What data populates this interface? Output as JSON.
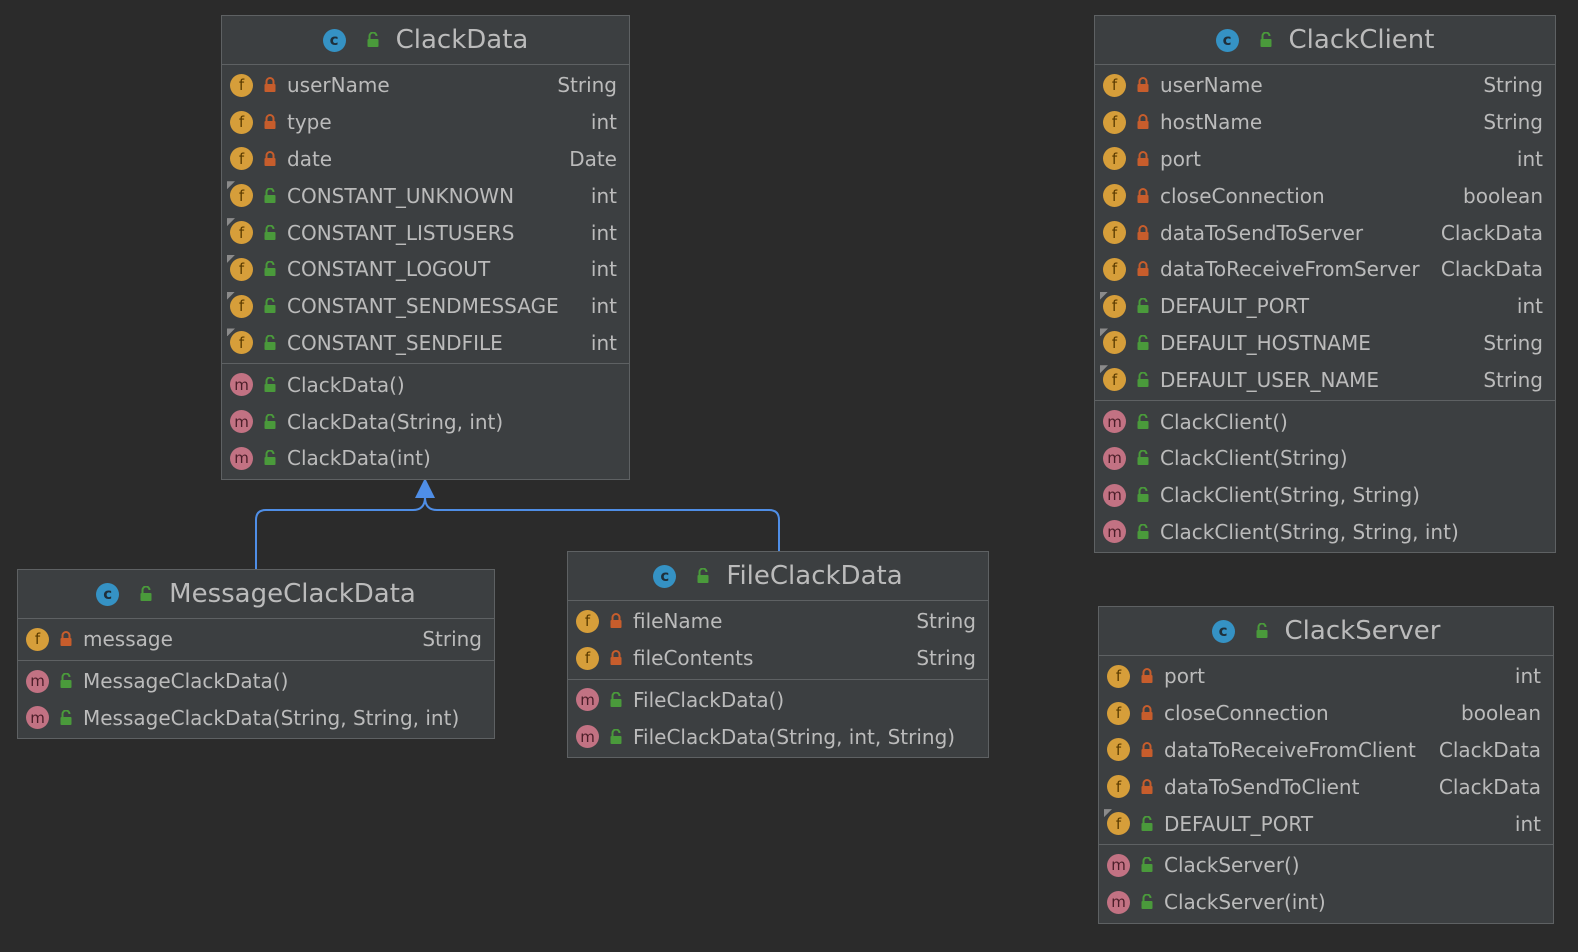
{
  "colors": {
    "background": "#2b2b2b",
    "box": "#3c3f41",
    "border": "#5e6163",
    "class_icon": "#3592c4",
    "field_icon": "#d69e3a",
    "method_icon": "#c27283",
    "private_lock": "#c75d2c",
    "public_lock": "#4a9a3b",
    "inheritance_arrow": "#4f8ee6"
  },
  "classes": {
    "clackdata": {
      "name": "ClackData",
      "fields": [
        {
          "name": "userName",
          "type": "String",
          "access": "private",
          "static": false
        },
        {
          "name": "type",
          "type": "int",
          "access": "private",
          "static": false
        },
        {
          "name": "date",
          "type": "Date",
          "access": "private",
          "static": false
        },
        {
          "name": "CONSTANT_UNKNOWN",
          "type": "int",
          "access": "public",
          "static": true
        },
        {
          "name": "CONSTANT_LISTUSERS",
          "type": "int",
          "access": "public",
          "static": true
        },
        {
          "name": "CONSTANT_LOGOUT",
          "type": "int",
          "access": "public",
          "static": true
        },
        {
          "name": "CONSTANT_SENDMESSAGE",
          "type": "int",
          "access": "public",
          "static": true
        },
        {
          "name": "CONSTANT_SENDFILE",
          "type": "int",
          "access": "public",
          "static": true
        }
      ],
      "methods": [
        {
          "name": "ClackData()"
        },
        {
          "name": "ClackData(String, int)"
        },
        {
          "name": "ClackData(int)"
        }
      ]
    },
    "clackclient": {
      "name": "ClackClient",
      "fields": [
        {
          "name": "userName",
          "type": "String",
          "access": "private",
          "static": false
        },
        {
          "name": "hostName",
          "type": "String",
          "access": "private",
          "static": false
        },
        {
          "name": "port",
          "type": "int",
          "access": "private",
          "static": false
        },
        {
          "name": "closeConnection",
          "type": "boolean",
          "access": "private",
          "static": false
        },
        {
          "name": "dataToSendToServer",
          "type": "ClackData",
          "access": "private",
          "static": false
        },
        {
          "name": "dataToReceiveFromServer",
          "type": "ClackData",
          "access": "private",
          "static": false
        },
        {
          "name": "DEFAULT_PORT",
          "type": "int",
          "access": "public",
          "static": true
        },
        {
          "name": "DEFAULT_HOSTNAME",
          "type": "String",
          "access": "public",
          "static": true
        },
        {
          "name": "DEFAULT_USER_NAME",
          "type": "String",
          "access": "public",
          "static": true
        }
      ],
      "methods": [
        {
          "name": "ClackClient()"
        },
        {
          "name": "ClackClient(String)"
        },
        {
          "name": "ClackClient(String, String)"
        },
        {
          "name": "ClackClient(String, String, int)"
        }
      ]
    },
    "messageclackdata": {
      "name": "MessageClackData",
      "fields": [
        {
          "name": "message",
          "type": "String",
          "access": "private",
          "static": false
        }
      ],
      "methods": [
        {
          "name": "MessageClackData()"
        },
        {
          "name": "MessageClackData(String, String, int)"
        }
      ]
    },
    "fileclackdata": {
      "name": "FileClackData",
      "fields": [
        {
          "name": "fileName",
          "type": "String",
          "access": "private",
          "static": false
        },
        {
          "name": "fileContents",
          "type": "String",
          "access": "private",
          "static": false
        }
      ],
      "methods": [
        {
          "name": "FileClackData()"
        },
        {
          "name": "FileClackData(String, int, String)"
        }
      ]
    },
    "clackserver": {
      "name": "ClackServer",
      "fields": [
        {
          "name": "port",
          "type": "int",
          "access": "private",
          "static": false
        },
        {
          "name": "closeConnection",
          "type": "boolean",
          "access": "private",
          "static": false
        },
        {
          "name": "dataToReceiveFromClient",
          "type": "ClackData",
          "access": "private",
          "static": false
        },
        {
          "name": "dataToSendToClient",
          "type": "ClackData",
          "access": "private",
          "static": false
        },
        {
          "name": "DEFAULT_PORT",
          "type": "int",
          "access": "public",
          "static": true
        }
      ],
      "methods": [
        {
          "name": "ClackServer()"
        },
        {
          "name": "ClackServer(int)"
        }
      ]
    }
  },
  "icons": {
    "class": "c",
    "field": "f",
    "method": "m"
  }
}
